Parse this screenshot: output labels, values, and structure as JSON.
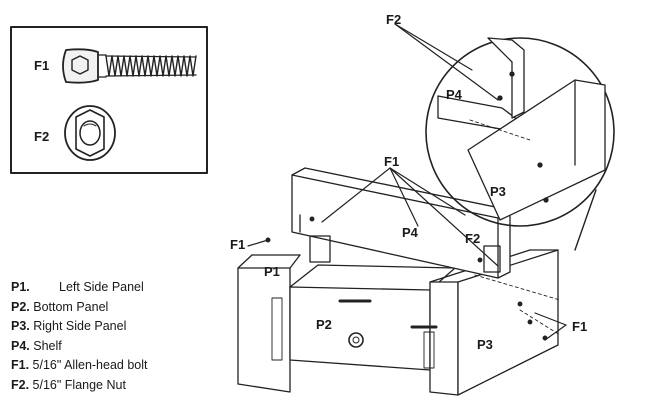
{
  "hardware_box": {
    "f1_label": "F1",
    "f2_label": "F2"
  },
  "callouts": {
    "f1": "F1",
    "f2": "F2",
    "p1": "P1",
    "p2": "P2",
    "p3": "P3",
    "p4": "P4"
  },
  "legend": [
    {
      "code": "P1.",
      "text": "Left Side Panel"
    },
    {
      "code": "P2.",
      "text": "Bottom Panel"
    },
    {
      "code": "P3.",
      "text": "Right Side Panel"
    },
    {
      "code": "P4.",
      "text": "Shelf"
    },
    {
      "code": "F1.",
      "text": "5/16\" Allen-head bolt"
    },
    {
      "code": "F2.",
      "text": "5/16\" Flange Nut"
    }
  ]
}
